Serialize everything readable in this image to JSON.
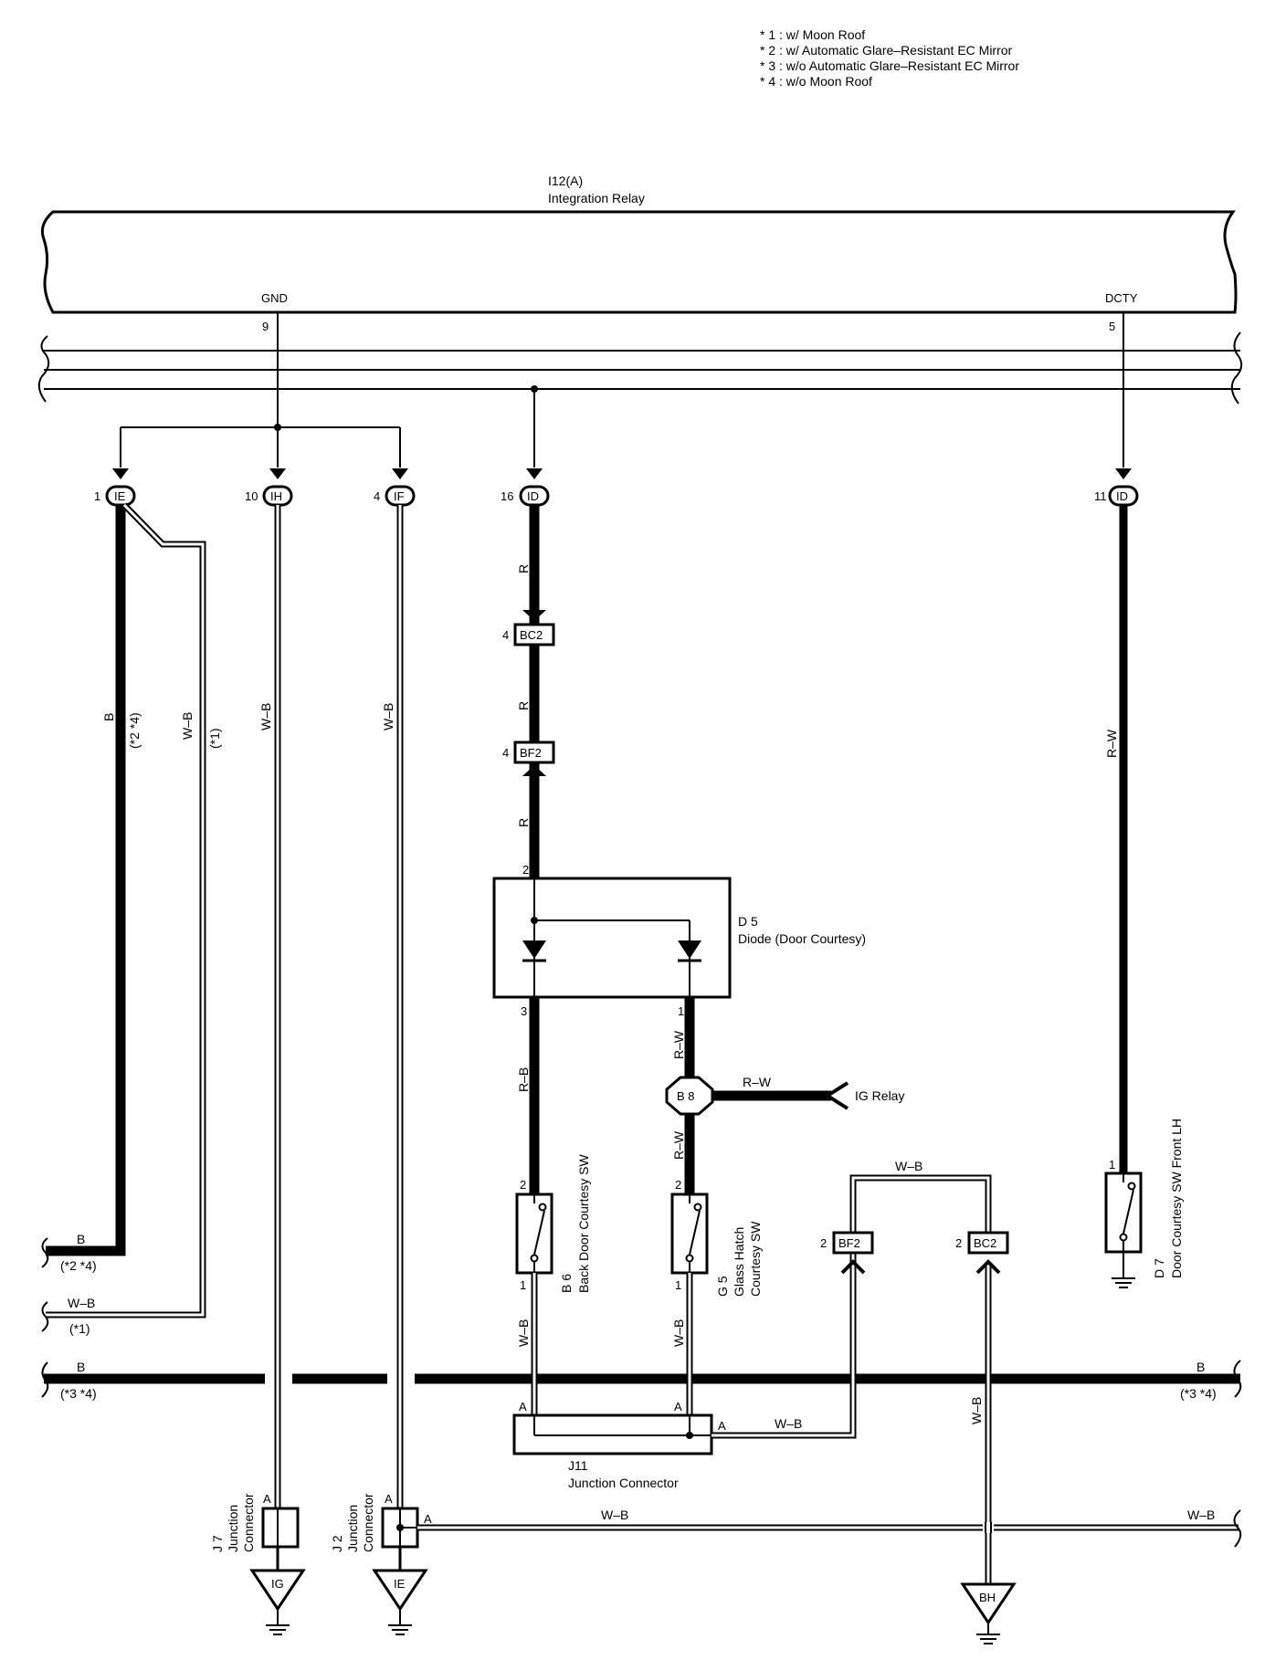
{
  "notes": [
    "* 1 : w/ Moon Roof",
    "* 2 : w/ Automatic Glare–Resistant EC Mirror",
    "* 3 : w/o Automatic Glare–Resistant EC Mirror",
    "* 4 : w/o Moon Roof"
  ],
  "relay": {
    "code": "I12(A)",
    "name": "Integration Relay",
    "pin_gnd": "GND",
    "pin_gnd_no": "9",
    "pin_dcty": "DCTY",
    "pin_dcty_no": "5"
  },
  "connectors": {
    "ie_top": {
      "pin": "1",
      "code": "IE"
    },
    "ih_top": {
      "pin": "10",
      "code": "IH"
    },
    "if_top": {
      "pin": "4",
      "code": "IF"
    },
    "id_mid": {
      "pin": "16",
      "code": "ID"
    },
    "id_right": {
      "pin": "11",
      "code": "ID"
    },
    "bc2_a": {
      "pin": "4",
      "code": "BC2"
    },
    "bf2_a": {
      "pin": "4",
      "code": "BF2"
    },
    "bf2_b": {
      "pin": "2",
      "code": "BF2"
    },
    "bc2_b": {
      "pin": "2",
      "code": "BC2"
    },
    "b8": {
      "code": "B 8"
    }
  },
  "wires": {
    "b": "B",
    "wb": "W–B",
    "r": "R",
    "rb": "R–B",
    "rw": "R–W",
    "note_24": "(*2 *4)",
    "note_1": "(*1)",
    "note_34": "(*3 *4)"
  },
  "diode": {
    "code": "D 5",
    "name": "Diode (Door Courtesy)",
    "pin_in": "2",
    "pin_out1": "3",
    "pin_out2": "1"
  },
  "ig_relay": "IG Relay",
  "switches": {
    "b6": {
      "code": "B 6",
      "name": "Back Door Courtesy SW",
      "pin_top": "2",
      "pin_bot": "1"
    },
    "g5": {
      "code": "G 5",
      "name1": "Glass Hatch",
      "name2": "Courtesy SW",
      "pin_top": "2",
      "pin_bot": "1"
    },
    "d7": {
      "code": "D 7",
      "name": "Door Courtesy SW Front LH",
      "pin_top": "1"
    }
  },
  "junctions": {
    "j11": {
      "code": "J11",
      "name": "Junction Connector",
      "pin": "A"
    },
    "j7": {
      "code": "J 7",
      "line1": "Junction",
      "line2": "Connector",
      "pin": "A"
    },
    "j2": {
      "code": "J 2",
      "line1": "Junction",
      "line2": "Connector",
      "pin": "A"
    }
  },
  "grounds": {
    "ig": "IG",
    "ie": "IE",
    "bh": "BH"
  }
}
